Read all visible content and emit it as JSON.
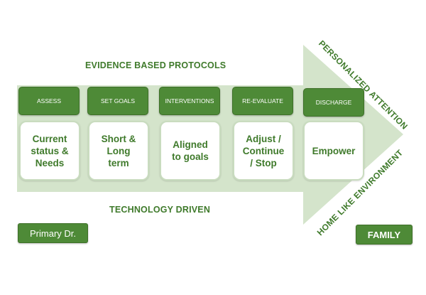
{
  "colors": {
    "arrow_fill": "#d4e4cb",
    "accent": "#4e8a37",
    "text": "#3f7a2b"
  },
  "headings": {
    "top": "EVIDENCE BASED PROTOCOLS",
    "bottom": "TECHNOLOGY DRIVEN"
  },
  "steps": [
    {
      "label": "ASSESS",
      "detail": "Current\nstatus &\nNeeds"
    },
    {
      "label": "SET GOALS",
      "detail": "Short &\nLong\nterm"
    },
    {
      "label": "INTERVENTIONS",
      "detail": "Aligned\nto goals"
    },
    {
      "label": "RE-EVALUATE",
      "detail": "Adjust /\nContinue\n/ Stop"
    },
    {
      "label": "DISCHARGE",
      "detail": "Empower"
    }
  ],
  "side_labels": {
    "upper": "PERSONALIZED ATTENTION",
    "lower": "HOME LIKE ENVIRONMENT"
  },
  "chips": {
    "left": "Primary Dr.",
    "right": "FAMILY"
  }
}
